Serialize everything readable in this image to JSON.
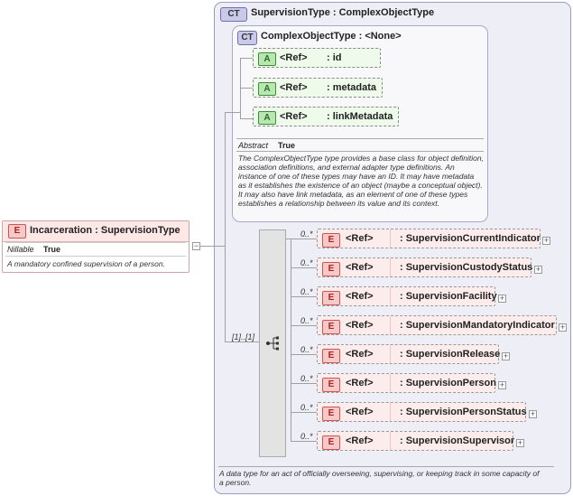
{
  "root": {
    "badge": "E",
    "title": "Incarceration : SupervisionType",
    "nillable_label": "Nillable",
    "nillable_value": "True",
    "doc": "A mandatory confined supervision of a person."
  },
  "collapse_glyph": "−",
  "outer_type": {
    "badge": "CT",
    "title": "SupervisionType : ComplexObjectType",
    "doc": "A data type for an act of officially overseeing, supervising, or keeping track in some capacity of a person."
  },
  "base_type": {
    "badge": "CT",
    "title": "ComplexObjectType : <None>",
    "attributes": [
      {
        "badge": "A",
        "ref": "<Ref>",
        "name": ": id"
      },
      {
        "badge": "A",
        "ref": "<Ref>",
        "name": ": metadata"
      },
      {
        "badge": "A",
        "ref": "<Ref>",
        "name": ": linkMetadata"
      }
    ],
    "abstract_label": "Abstract",
    "abstract_value": "True",
    "doc": "The ComplexObjectType type provides a base class for object definition, association definitions, and external adapter type definitions. An instance of one of these types may have an ID. It may have metadata as it establishes the existence of an object (maybe a conceptual object). It may also have link metadata, as an element of one of these types establishes a relationship between its value and its context."
  },
  "sequence": {
    "occurrence": "[1]..[1]",
    "icon": "sequence-icon"
  },
  "children": [
    {
      "badge": "E",
      "occurrence": "0..*",
      "ref": "<Ref>",
      "name": ": SupervisionCurrentIndicator",
      "expand": "+"
    },
    {
      "badge": "E",
      "occurrence": "0..*",
      "ref": "<Ref>",
      "name": ": SupervisionCustodyStatus",
      "expand": "+"
    },
    {
      "badge": "E",
      "occurrence": "0..*",
      "ref": "<Ref>",
      "name": ": SupervisionFacility",
      "expand": "+"
    },
    {
      "badge": "E",
      "occurrence": "0..*",
      "ref": "<Ref>",
      "name": ": SupervisionMandatoryIndicator",
      "expand": "+"
    },
    {
      "badge": "E",
      "occurrence": "0..*",
      "ref": "<Ref>",
      "name": ": SupervisionRelease",
      "expand": "+"
    },
    {
      "badge": "E",
      "occurrence": "0..*",
      "ref": "<Ref>",
      "name": ": SupervisionPerson",
      "expand": "+"
    },
    {
      "badge": "E",
      "occurrence": "0..*",
      "ref": "<Ref>",
      "name": ": SupervisionPersonStatus",
      "expand": "+"
    },
    {
      "badge": "E",
      "occurrence": "0..*",
      "ref": "<Ref>",
      "name": ": SupervisionSupervisor",
      "expand": "+"
    }
  ]
}
